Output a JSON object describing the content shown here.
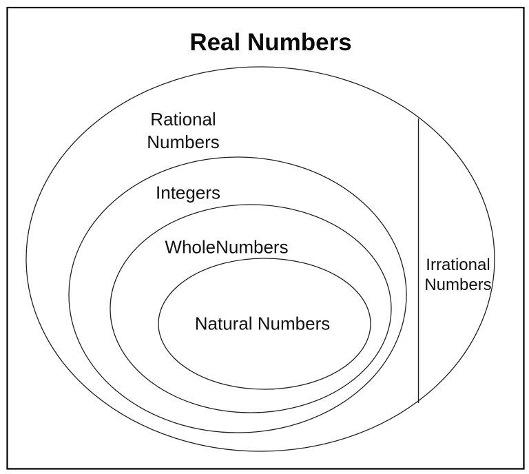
{
  "diagram": {
    "title": "Real Numbers",
    "sets": {
      "rational": {
        "line1": "Rational",
        "line2": "Numbers"
      },
      "integers": "Integers",
      "whole_numbers": "WholeNumbers",
      "natural_numbers": "Natural Numbers",
      "irrational": {
        "line1": "Irrational",
        "line2": "Numbers"
      }
    },
    "colors": {
      "background": "#ffffff",
      "border": "#000000",
      "ellipse_stroke": "#1f1f1f",
      "text": "#111111"
    }
  }
}
